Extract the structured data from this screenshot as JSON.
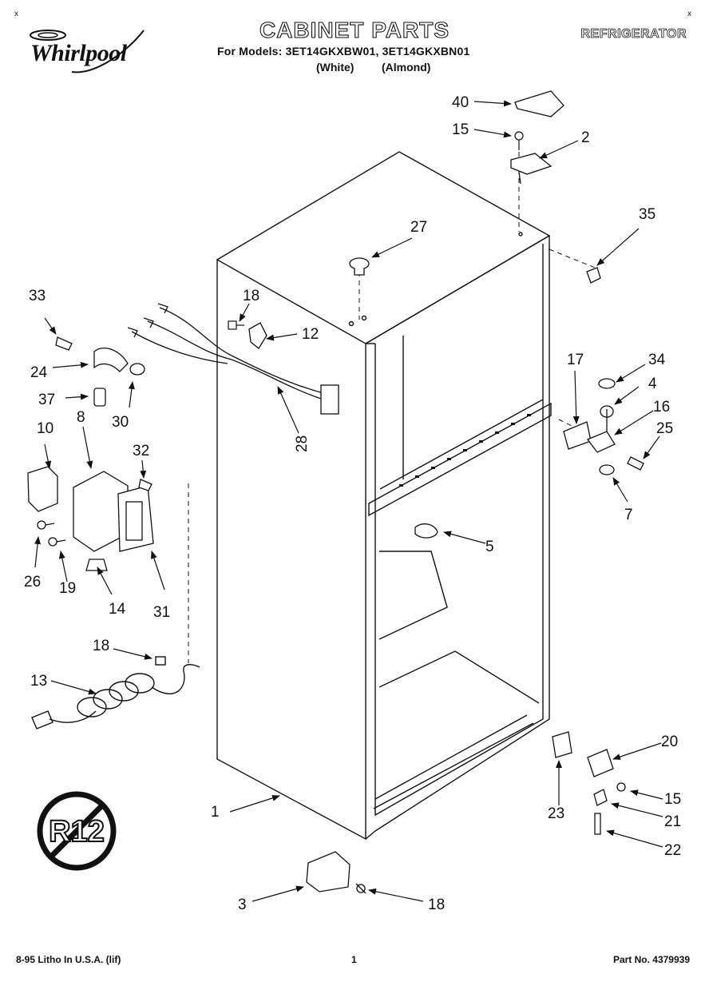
{
  "header": {
    "brand": "Whirlpool",
    "title": "CABINET PARTS",
    "models_line": "For Models: 3ET14GKXBW01, 3ET14GKXBN01",
    "color_white": "(White)",
    "color_almond": "(Almond)",
    "appliance": "REFRIGERATOR",
    "corner_left": "x",
    "corner_right": "x"
  },
  "badge": {
    "label": "R12"
  },
  "callouts": [
    {
      "id": "c40",
      "label": "40"
    },
    {
      "id": "c15a",
      "label": "15"
    },
    {
      "id": "c2",
      "label": "2"
    },
    {
      "id": "c35",
      "label": "35"
    },
    {
      "id": "c27",
      "label": "27"
    },
    {
      "id": "c33",
      "label": "33"
    },
    {
      "id": "c18a",
      "label": "18"
    },
    {
      "id": "c12",
      "label": "12"
    },
    {
      "id": "c24",
      "label": "24"
    },
    {
      "id": "c37",
      "label": "37"
    },
    {
      "id": "c30",
      "label": "30"
    },
    {
      "id": "c28",
      "label": "28"
    },
    {
      "id": "c10",
      "label": "10"
    },
    {
      "id": "c8",
      "label": "8"
    },
    {
      "id": "c32",
      "label": "32"
    },
    {
      "id": "c26",
      "label": "26"
    },
    {
      "id": "c19",
      "label": "19"
    },
    {
      "id": "c14",
      "label": "14"
    },
    {
      "id": "c31",
      "label": "31"
    },
    {
      "id": "c17",
      "label": "17"
    },
    {
      "id": "c34",
      "label": "34"
    },
    {
      "id": "c4",
      "label": "4"
    },
    {
      "id": "c16",
      "label": "16"
    },
    {
      "id": "c25",
      "label": "25"
    },
    {
      "id": "c7",
      "label": "7"
    },
    {
      "id": "c5",
      "label": "5"
    },
    {
      "id": "c18b",
      "label": "18"
    },
    {
      "id": "c13",
      "label": "13"
    },
    {
      "id": "c20",
      "label": "20"
    },
    {
      "id": "c1",
      "label": "1"
    },
    {
      "id": "c15b",
      "label": "15"
    },
    {
      "id": "c23",
      "label": "23"
    },
    {
      "id": "c21",
      "label": "21"
    },
    {
      "id": "c22",
      "label": "22"
    },
    {
      "id": "c3",
      "label": "3"
    },
    {
      "id": "c18c",
      "label": "18"
    }
  ],
  "footer": {
    "litho": "8-95 Litho In U.S.A. (lif)",
    "page": "1",
    "part_no": "Part No. 4379939"
  }
}
